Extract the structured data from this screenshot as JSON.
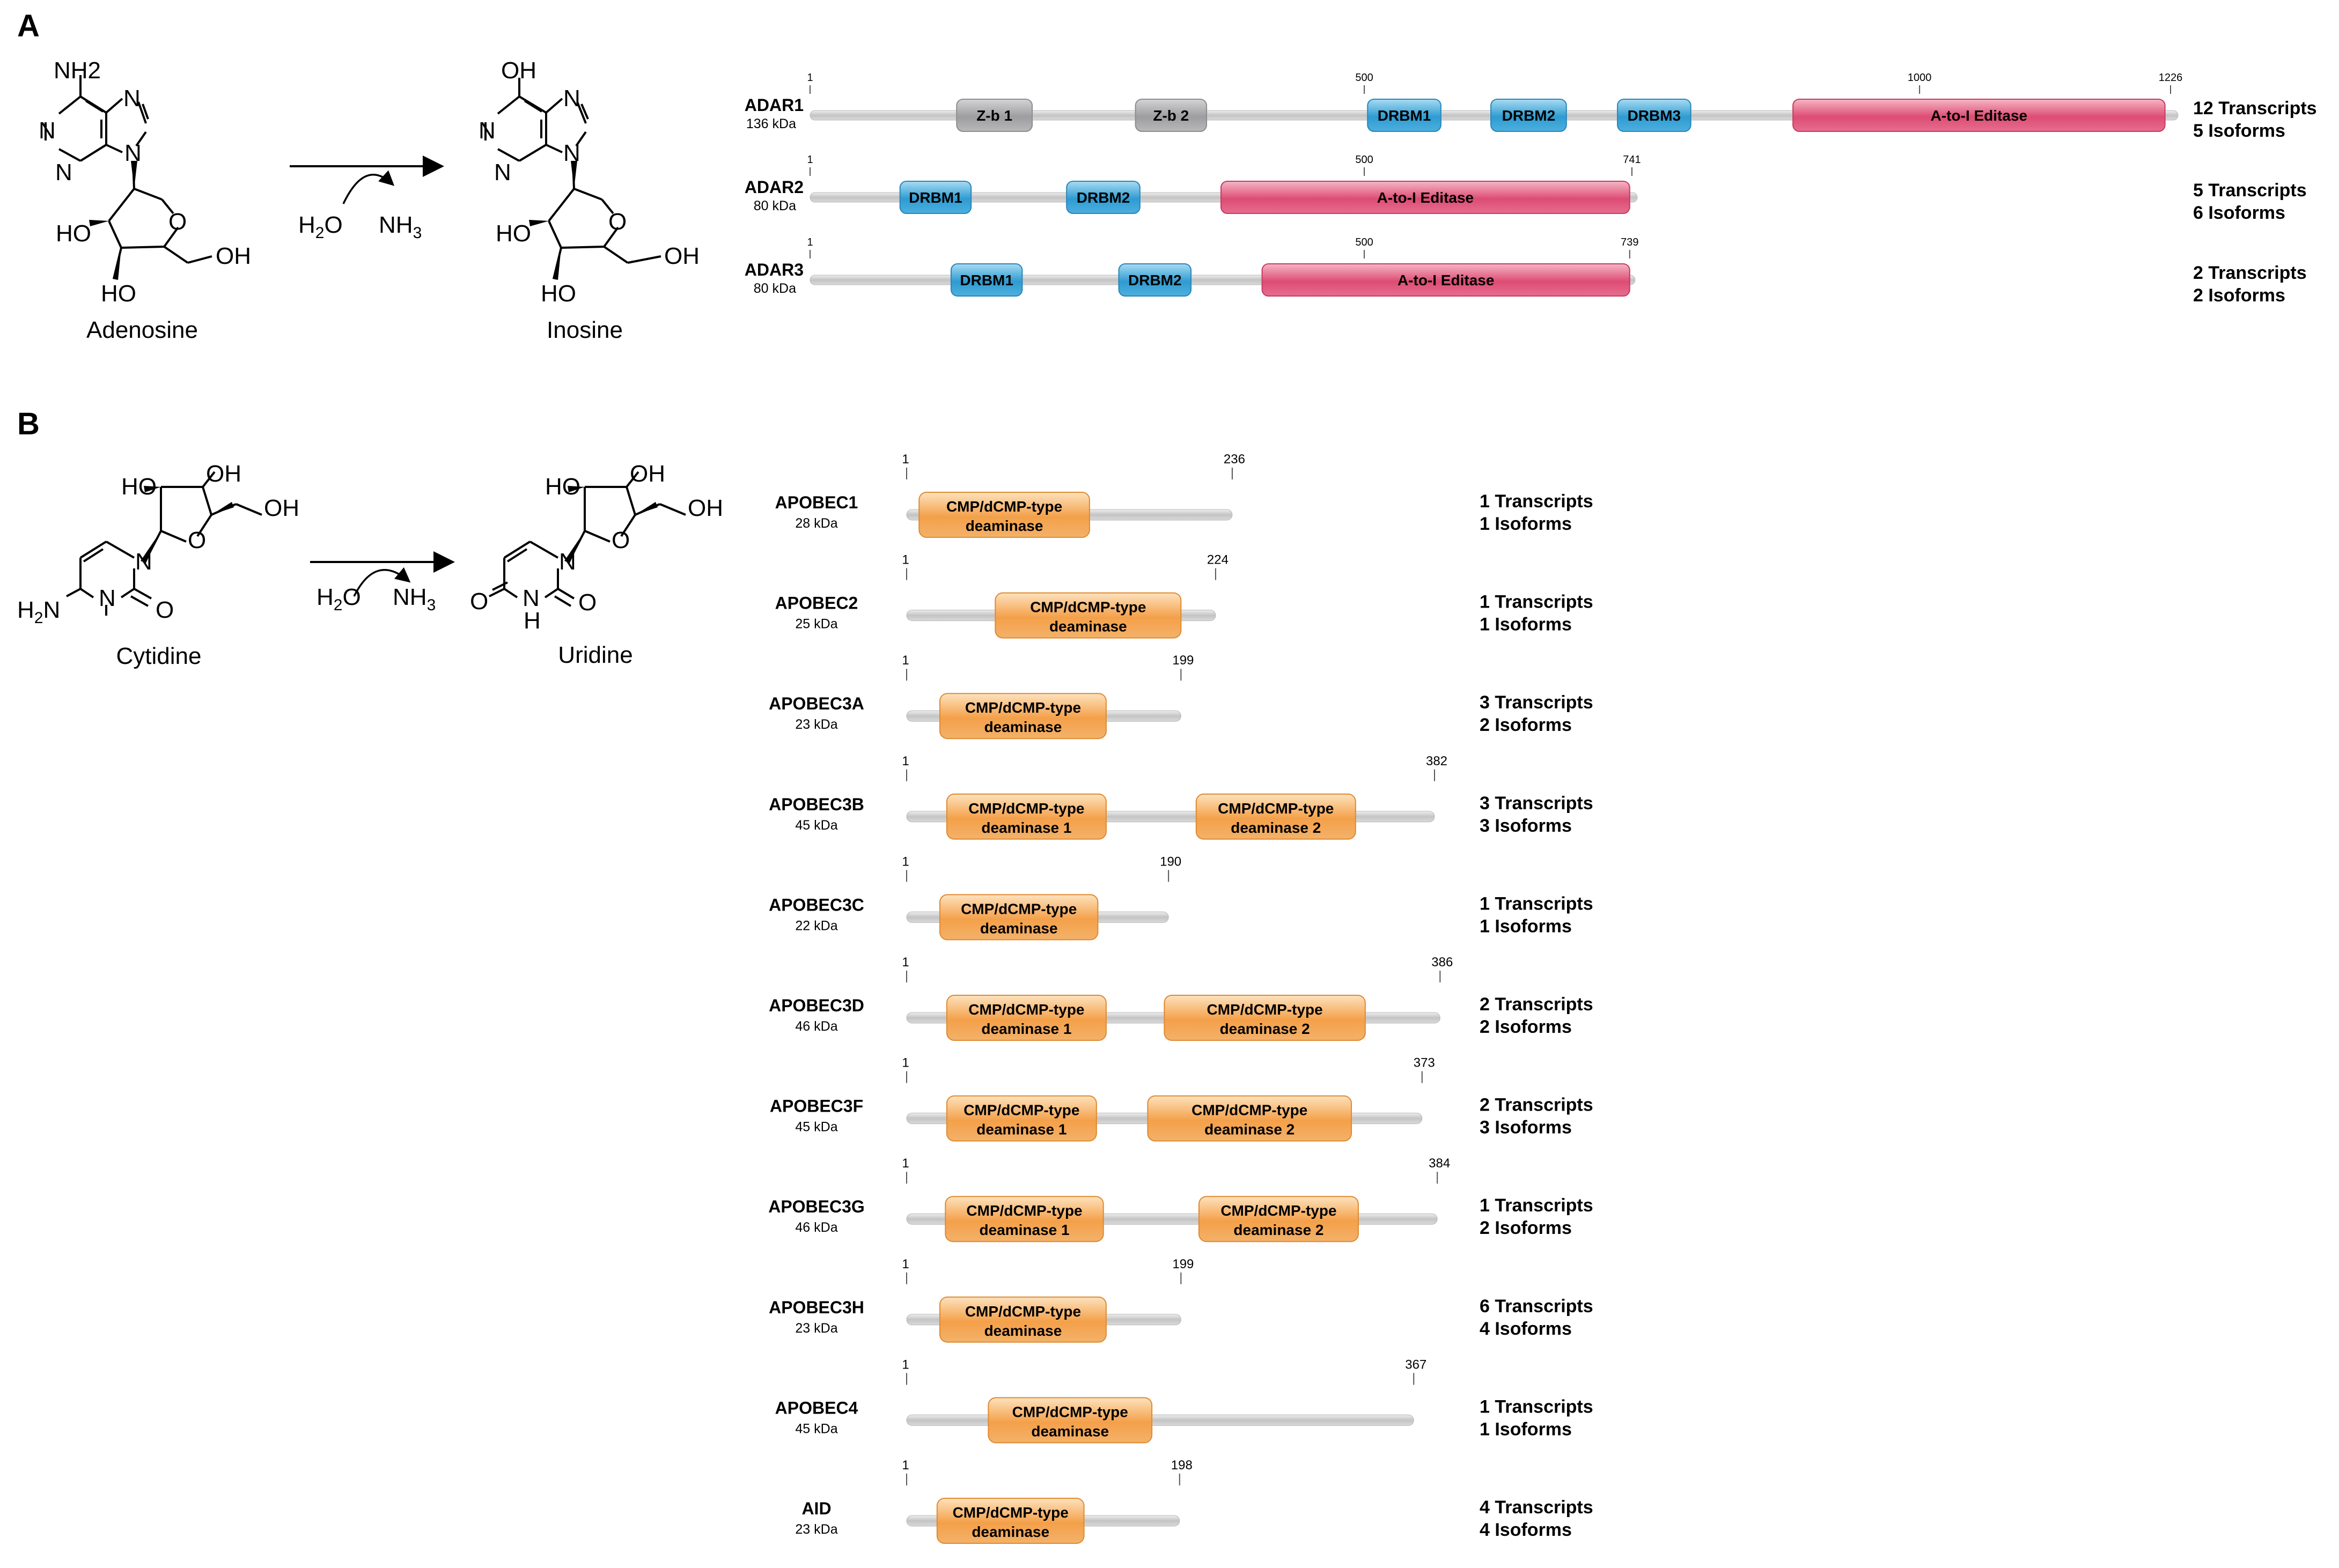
{
  "panels": {
    "a": "A",
    "b": "B"
  },
  "reaction_a": {
    "substrate": "Adenosine",
    "product": "Inosine",
    "reagent": "H2O",
    "byproduct": "NH3"
  },
  "reaction_b": {
    "substrate": "Cytidine",
    "product": "Uridine",
    "reagent": "H2O",
    "byproduct": "NH3"
  },
  "atoms": {
    "nh2": "NH2",
    "n": "N",
    "ho": "HO",
    "oh": "OH",
    "o": "O",
    "h2n": "H2N",
    "h": "H"
  },
  "colors": {
    "backbone": "#cfcfcf",
    "zb": "#a9a9ab",
    "drbm": "#3aa7d8",
    "editase": "#e2587c",
    "deaminase": "#f3a04a"
  },
  "adar": [
    {
      "name": "ADAR1",
      "kda": "136 kDa",
      "length": 1226,
      "transcripts": "12 Transcripts",
      "isoforms": "5 Isoforms",
      "ticks": [
        {
          "pos": 1,
          "label": "1"
        },
        {
          "pos": 500,
          "label": "500"
        },
        {
          "pos": 1000,
          "label": "1000"
        },
        {
          "pos": 1226,
          "label": "1226"
        }
      ],
      "domains": [
        {
          "type": "zb",
          "label": "Z-b 1",
          "start": 133,
          "end": 201
        },
        {
          "type": "zb",
          "label": "Z-b 2",
          "start": 294,
          "end": 358
        },
        {
          "type": "drbm",
          "label": "DRBM1",
          "start": 503,
          "end": 569
        },
        {
          "type": "drbm",
          "label": "DRBM2",
          "start": 614,
          "end": 682
        },
        {
          "type": "drbm",
          "label": "DRBM3",
          "start": 728,
          "end": 794
        },
        {
          "type": "editase",
          "label": "A-to-I Editase",
          "start": 886,
          "end": 1221
        }
      ]
    },
    {
      "name": "ADAR2",
      "kda": "80 kDa",
      "length": 741,
      "transcripts": "5 Transcripts",
      "isoforms": "6 Isoforms",
      "ticks": [
        {
          "pos": 1,
          "label": "1"
        },
        {
          "pos": 500,
          "label": "500"
        },
        {
          "pos": 741,
          "label": "741"
        }
      ],
      "domains": [
        {
          "type": "drbm",
          "label": "DRBM1",
          "start": 82,
          "end": 146
        },
        {
          "type": "drbm",
          "label": "DRBM2",
          "start": 232,
          "end": 298
        },
        {
          "type": "editase",
          "label": "A-to-I Editase",
          "start": 371,
          "end": 739
        }
      ]
    },
    {
      "name": "ADAR3",
      "kda": "80 kDa",
      "length": 739,
      "transcripts": "2 Transcripts",
      "isoforms": "2 Isoforms",
      "ticks": [
        {
          "pos": 1,
          "label": "1"
        },
        {
          "pos": 500,
          "label": "500"
        },
        {
          "pos": 739,
          "label": "739"
        }
      ],
      "domains": [
        {
          "type": "drbm",
          "label": "DRBM1",
          "start": 128,
          "end": 192
        },
        {
          "type": "drbm",
          "label": "DRBM2",
          "start": 279,
          "end": 344
        },
        {
          "type": "editase",
          "label": "A-to-I Editase",
          "start": 408,
          "end": 739
        }
      ]
    }
  ],
  "apobec": [
    {
      "name": "APOBEC1",
      "kda": "28 kDa",
      "length": 236,
      "transcripts": "1 Transcripts",
      "isoforms": "1 Isoforms",
      "domains": [
        {
          "l1": "CMP/dCMP-type",
          "l2": "deaminase",
          "start": 10,
          "end": 133
        }
      ]
    },
    {
      "name": "APOBEC2",
      "kda": "25 kDa",
      "length": 224,
      "transcripts": "1 Transcripts",
      "isoforms": "1 Isoforms",
      "domains": [
        {
          "l1": "CMP/dCMP-type",
          "l2": "deaminase",
          "start": 65,
          "end": 199
        }
      ]
    },
    {
      "name": "APOBEC3A",
      "kda": "23 kDa",
      "length": 199,
      "transcripts": "3 Transcripts",
      "isoforms": "2 Isoforms",
      "domains": [
        {
          "l1": "CMP/dCMP-type",
          "l2": "deaminase",
          "start": 25,
          "end": 145
        }
      ]
    },
    {
      "name": "APOBEC3B",
      "kda": "45 kDa",
      "length": 382,
      "transcripts": "3 Transcripts",
      "isoforms": "3 Isoforms",
      "domains": [
        {
          "l1": "CMP/dCMP-type",
          "l2": "deaminase 1",
          "start": 30,
          "end": 145
        },
        {
          "l1": "CMP/dCMP-type",
          "l2": "deaminase 2",
          "start": 210,
          "end": 325
        }
      ]
    },
    {
      "name": "APOBEC3C",
      "kda": "22 kDa",
      "length": 190,
      "transcripts": "1 Transcripts",
      "isoforms": "1 Isoforms",
      "domains": [
        {
          "l1": "CMP/dCMP-type",
          "l2": "deaminase",
          "start": 25,
          "end": 139
        }
      ]
    },
    {
      "name": "APOBEC3D",
      "kda": "46 kDa",
      "length": 386,
      "transcripts": "2 Transcripts",
      "isoforms": "2 Isoforms",
      "domains": [
        {
          "l1": "CMP/dCMP-type",
          "l2": "deaminase 1",
          "start": 30,
          "end": 145
        },
        {
          "l1": "CMP/dCMP-type",
          "l2": "deaminase 2",
          "start": 187,
          "end": 332
        }
      ]
    },
    {
      "name": "APOBEC3F",
      "kda": "45 kDa",
      "length": 373,
      "transcripts": "2 Transcripts",
      "isoforms": "3 Isoforms",
      "domains": [
        {
          "l1": "CMP/dCMP-type",
          "l2": "deaminase 1",
          "start": 30,
          "end": 138
        },
        {
          "l1": "CMP/dCMP-type",
          "l2": "deaminase 2",
          "start": 175,
          "end": 322
        }
      ]
    },
    {
      "name": "APOBEC3G",
      "kda": "46 kDa",
      "length": 384,
      "transcripts": "1 Transcripts",
      "isoforms": "2 Isoforms",
      "domains": [
        {
          "l1": "CMP/dCMP-type",
          "l2": "deaminase 1",
          "start": 29,
          "end": 143
        },
        {
          "l1": "CMP/dCMP-type",
          "l2": "deaminase 2",
          "start": 212,
          "end": 327
        }
      ]
    },
    {
      "name": "APOBEC3H",
      "kda": "23 kDa",
      "length": 199,
      "transcripts": "6 Transcripts",
      "isoforms": "4 Isoforms",
      "domains": [
        {
          "l1": "CMP/dCMP-type",
          "l2": "deaminase",
          "start": 25,
          "end": 145
        }
      ]
    },
    {
      "name": "APOBEC4",
      "kda": "45 kDa",
      "length": 367,
      "transcripts": "1 Transcripts",
      "isoforms": "1 Isoforms",
      "domains": [
        {
          "l1": "CMP/dCMP-type",
          "l2": "deaminase",
          "start": 60,
          "end": 178
        }
      ]
    },
    {
      "name": "AID",
      "kda": "23 kDa",
      "length": 198,
      "transcripts": "4 Transcripts",
      "isoforms": "4 Isoforms",
      "domains": [
        {
          "l1": "CMP/dCMP-type",
          "l2": "deaminase",
          "start": 23,
          "end": 129
        }
      ]
    }
  ]
}
